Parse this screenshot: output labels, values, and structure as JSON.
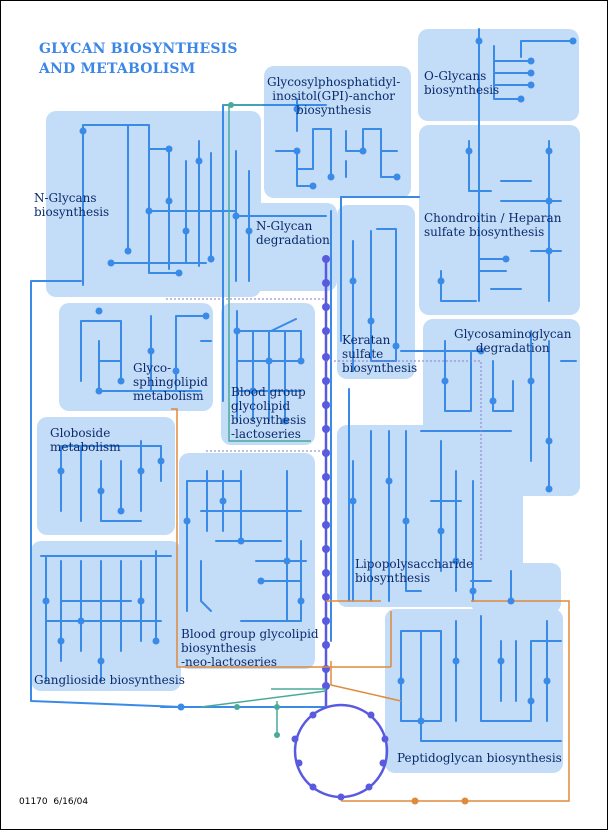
{
  "map": {
    "title": "GLYCAN BIOSYNTHESIS\nAND METABOLISM",
    "footer": {
      "id": "01170",
      "date": "6/16/04"
    },
    "pathways": [
      {
        "key": "n_glycans",
        "label": "N-Glycans\nbiosynthesis"
      },
      {
        "key": "gpi",
        "label": "Glycosylphosphatidyl-\ninositol(GPI)-anchor\nbiosynthesis"
      },
      {
        "key": "o_glycans",
        "label": "O-Glycans\nbiosynthesis"
      },
      {
        "key": "n_glycan_deg",
        "label": "N-Glycan\ndegradation"
      },
      {
        "key": "chondroitin",
        "label": "Chondroitin / Heparan\nsulfate biosynthesis"
      },
      {
        "key": "glycosphingolipid",
        "label": "Glyco-\nsphingolipid\nmetabolism"
      },
      {
        "key": "keratan",
        "label": "Keratan\nsulfate\nbiosynthesis"
      },
      {
        "key": "gag_deg",
        "label": "Glycosaminoglycan\ndegradation"
      },
      {
        "key": "bg_lacto",
        "label": "Blood group\nglycolipid\nbiosynthesis\n-lactoseries"
      },
      {
        "key": "globoside",
        "label": "Globoside\nmetabolism"
      },
      {
        "key": "lps",
        "label": "Lipopolysaccharide\nbiosynthesis"
      },
      {
        "key": "bg_neolacto",
        "label": "Blood group glycolipid\nbiosynthesis\n-neo-lactoseries"
      },
      {
        "key": "ganglioside",
        "label": "Ganglioside biosynthesis"
      },
      {
        "key": "peptidoglycan",
        "label": "Peptidoglycan biosynthesis"
      }
    ],
    "colors": {
      "region": "#c3ddf8",
      "path": "#3a8ae8",
      "node": "#3a8ae8",
      "main_axis": "#5a5ae0",
      "orange_link": "#e08a3a",
      "teal_link": "#4aaa9a",
      "title": "#3b86e6",
      "label": "#0b2a6b"
    }
  }
}
